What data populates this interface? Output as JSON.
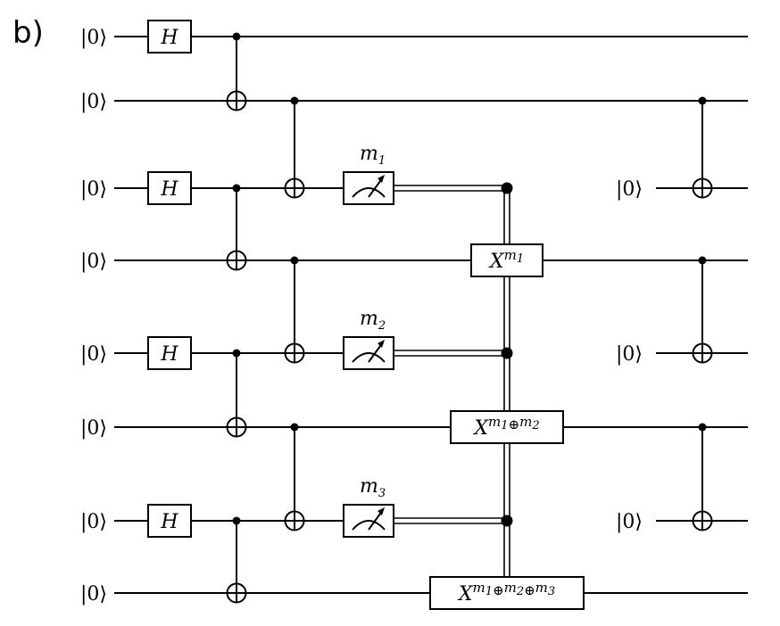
{
  "panel_label": "b)",
  "ket_label": "|0⟩",
  "hadamard_label": "H",
  "measurements": [
    {
      "base": "m",
      "sub": "1"
    },
    {
      "base": "m",
      "sub": "2"
    },
    {
      "base": "m",
      "sub": "3"
    }
  ],
  "correction_gates": [
    {
      "base": "X",
      "sup_parts": [
        [
          "m",
          "1"
        ]
      ]
    },
    {
      "base": "X",
      "sup_parts": [
        [
          "m",
          "1"
        ],
        [
          "m",
          "2"
        ]
      ]
    },
    {
      "base": "X",
      "sup_parts": [
        [
          "m",
          "1"
        ],
        [
          "m",
          "2"
        ],
        [
          "m",
          "3"
        ]
      ]
    }
  ],
  "oplus_symbol": "⊕"
}
